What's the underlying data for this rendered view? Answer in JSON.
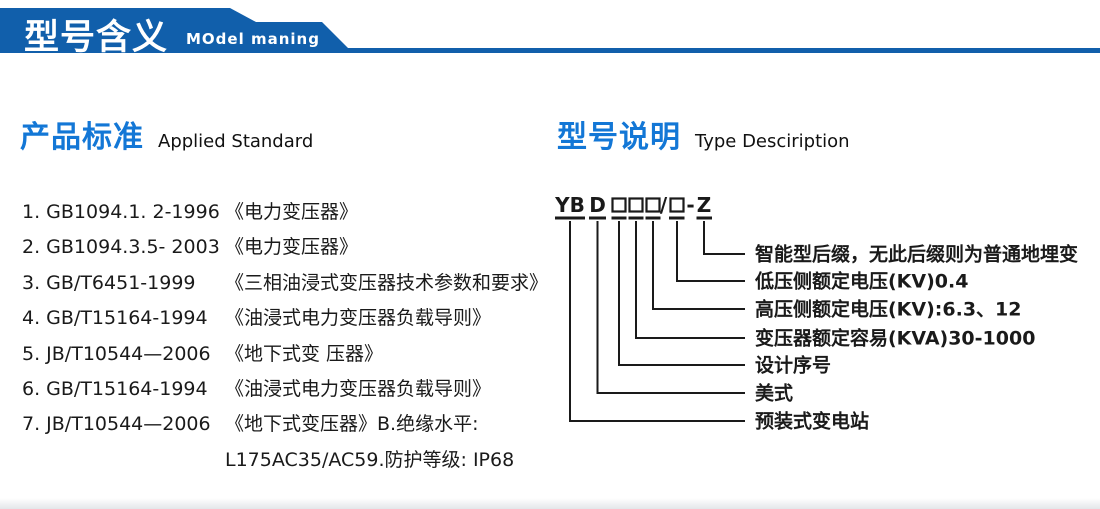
{
  "banner": {
    "title_cn": "型号含义",
    "title_en": "MOdel maning",
    "color": "#115fab"
  },
  "left_section": {
    "heading_cn": "产品标准",
    "heading_en": "Applied Standard",
    "standards": [
      {
        "code": "1. GB1094.1. 2-1996",
        "title": "《电力变压器》"
      },
      {
        "code": "2. GB1094.3.5- 2003",
        "title": "《电力变压器》"
      },
      {
        "code": "3. GB/T6451-1999",
        "title": "《三相油浸式变压器技术参数和要求》"
      },
      {
        "code": "4. GB/T15164-1994",
        "title": "《油浸式电力变压器负载导则》"
      },
      {
        "code": "5. JB/T10544—2006",
        "title": "《地下式变 压器》"
      },
      {
        "code": "6. GB/T15164-1994",
        "title": "《油浸式电力变压器负载导则》"
      },
      {
        "code": "7. JB/T10544—2006",
        "title": "《地下式变压器》B.绝缘水平:"
      },
      {
        "code": "",
        "title": "L175AC35/AC59.防护等级: IP68"
      }
    ]
  },
  "right_section": {
    "heading_cn": "型号说明",
    "heading_en": "Type Desciription",
    "diagram": {
      "parts": [
        {
          "type": "text",
          "label": "YB"
        },
        {
          "type": "text",
          "label": "D"
        },
        {
          "type": "box"
        },
        {
          "type": "box"
        },
        {
          "type": "box"
        },
        {
          "type": "box",
          "prefix": "/"
        },
        {
          "type": "text",
          "label": "Z",
          "prefix": "-"
        }
      ],
      "labels": [
        "智能型后缀，无此后缀则为普通地埋变",
        "低压侧额定电压(KV)0.4",
        "高压侧额定电压(KV):6.3、12",
        "变压器额定容易(KVA)30-1000",
        "设计序号",
        "美式",
        "预装式变电站"
      ],
      "line_color": "#1a1a1a"
    }
  }
}
